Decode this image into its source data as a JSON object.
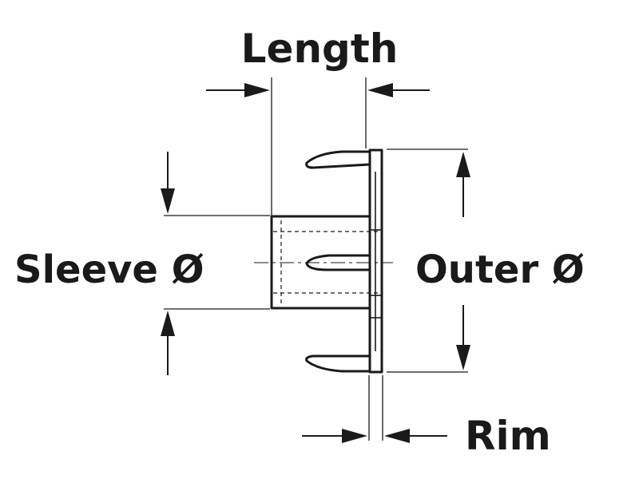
{
  "labels": {
    "length": "Length",
    "sleeve": "Sleeve Ø",
    "outer": "Outer Ø",
    "rim": "Rim"
  },
  "colors": {
    "ink": "#1a1a1a",
    "background": "#ffffff"
  }
}
